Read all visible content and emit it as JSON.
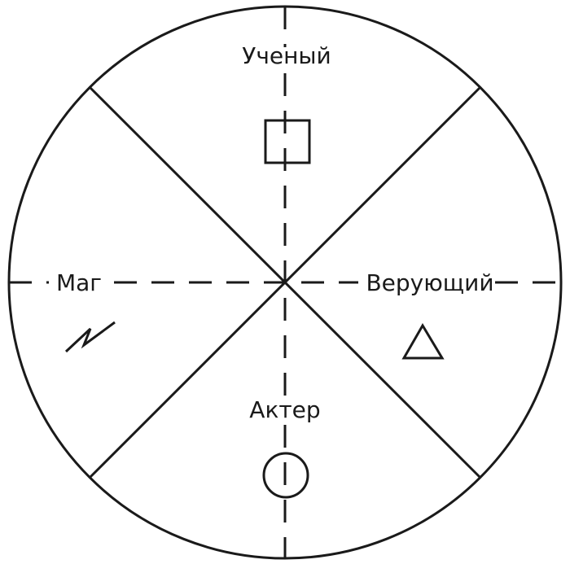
{
  "labels": {
    "top": "Ученый",
    "left": "Маг",
    "right": "Верующий",
    "bottom": "Актер"
  },
  "symbols": {
    "top": "square-icon",
    "left": "lightning-icon",
    "right": "triangle-icon",
    "bottom": "circle-icon"
  },
  "colors": {
    "line": "#1a1a1a",
    "background": "#ffffff"
  }
}
